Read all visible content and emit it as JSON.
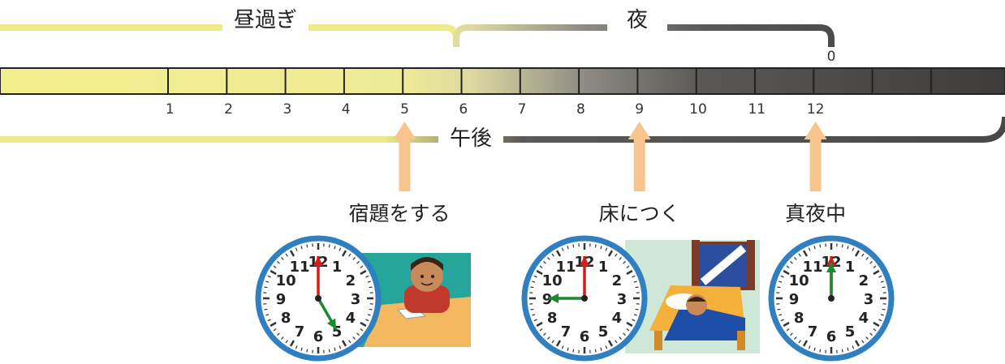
{
  "periods": {
    "afternoon_early": "昼過ぎ",
    "night": "夜",
    "pm": "午後"
  },
  "timeline": {
    "zero_label": "0",
    "hours": [
      "1",
      "2",
      "3",
      "4",
      "5",
      "6",
      "7",
      "8",
      "9",
      "10",
      "11",
      "12"
    ]
  },
  "events": [
    {
      "label": "宿題をする",
      "hour": 5,
      "clock_hour": 5,
      "clock_minute": 0
    },
    {
      "label": "床につく",
      "hour": 9,
      "clock_hour": 9,
      "clock_minute": 0
    },
    {
      "label": "真夜中",
      "hour": 12,
      "clock_hour": 12,
      "clock_minute": 0
    }
  ],
  "clock_numbers": [
    "12",
    "1",
    "2",
    "3",
    "4",
    "5",
    "6",
    "7",
    "8",
    "9",
    "10",
    "11"
  ],
  "colors": {
    "day": "#eeec8a",
    "night": "#4a4847",
    "arrow": "#f7c58d",
    "clock_rim": "#2f7fc1",
    "hour_hand": "#1a8a2e",
    "minute_hand": "#d81b1b"
  }
}
